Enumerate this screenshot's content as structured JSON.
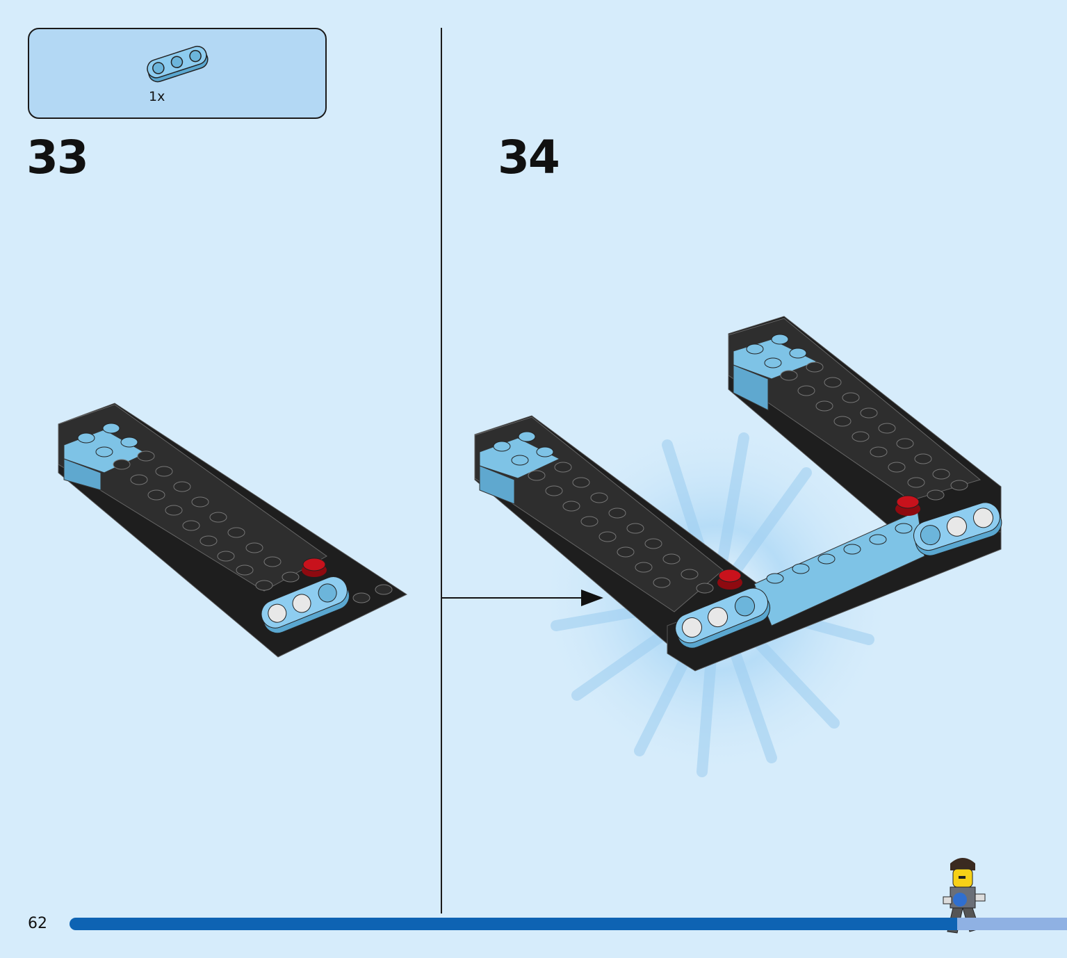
{
  "parts_callout": {
    "items": [
      {
        "part": "light-blue-3-hole-beam",
        "quantity_label": "1x"
      }
    ]
  },
  "steps": [
    {
      "number": "33"
    },
    {
      "number": "34"
    }
  ],
  "page": {
    "number": "62",
    "progress": 0.89
  },
  "colors": {
    "background": "#d6ecfb",
    "callout": "#b3d8f4",
    "brick_black": "#2a2a2a",
    "brick_lightblue": "#7ec3e6",
    "accent_red": "#c8121c",
    "progress": "#0e63b3",
    "progress_rest": "#8fb1e3"
  }
}
